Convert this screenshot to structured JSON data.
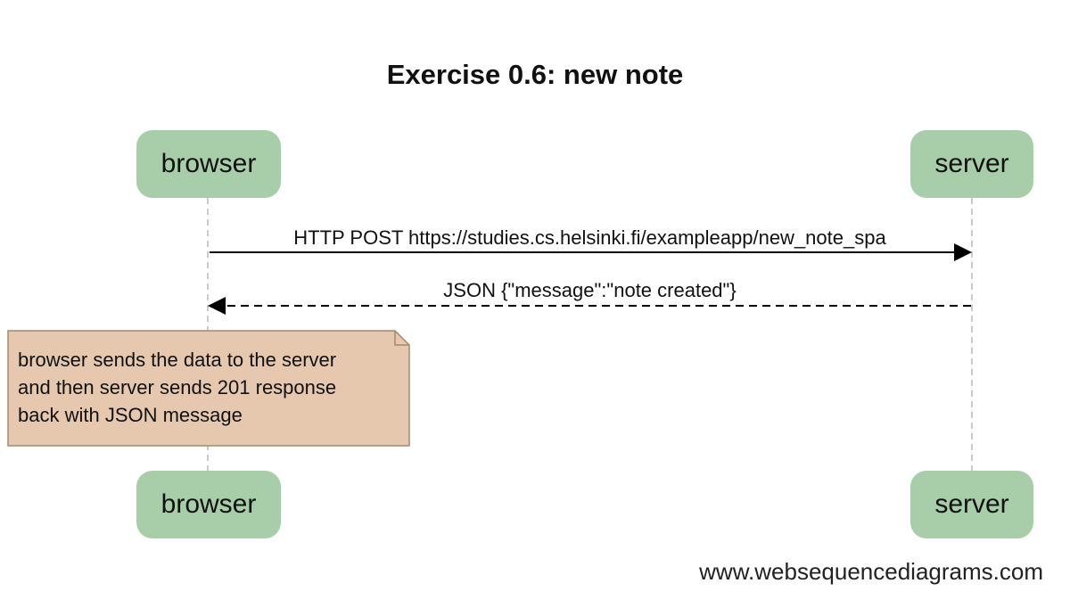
{
  "diagram": {
    "title": "Exercise 0.6: new note",
    "participants": [
      {
        "id": "browser",
        "label": "browser"
      },
      {
        "id": "server",
        "label": "server"
      }
    ],
    "messages": [
      {
        "from": "browser",
        "to": "server",
        "style": "solid",
        "label": "HTTP POST https://studies.cs.helsinki.fi/exampleapp/new_note_spa"
      },
      {
        "from": "server",
        "to": "browser",
        "style": "dashed",
        "label": "JSON {\"message\":\"note created\"}"
      }
    ],
    "note": {
      "over": "browser",
      "lines": [
        "browser sends the data to the server",
        "and then server sends 201 response",
        "back with JSON message"
      ]
    },
    "watermark": "www.websequencediagrams.com"
  },
  "colors": {
    "actor_fill": "#a7cda9",
    "note_fill": "#e5c8ae",
    "note_border": "#a08a70",
    "lifeline": "#b8b8b8",
    "arrow": "#000000"
  }
}
